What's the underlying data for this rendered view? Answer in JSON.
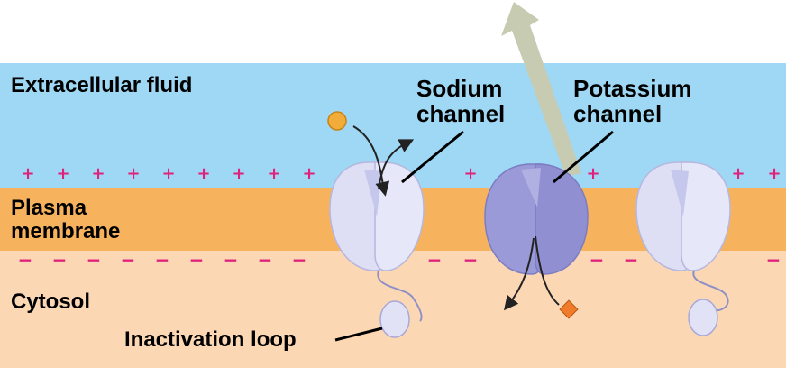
{
  "labels": {
    "extracellular": "Extracellular fluid",
    "plasma_line1": "Plasma",
    "plasma_line2": "membrane",
    "cytosol": "Cytosol",
    "inactivation_loop": "Inactivation loop",
    "sodium_line1": "Sodium",
    "sodium_line2": "channel",
    "potassium_line1": "Potassium",
    "potassium_line2": "channel"
  },
  "charges": {
    "positive_symbol": "+",
    "negative_symbol": "−"
  },
  "colors": {
    "extracellular": "#9fd8f4",
    "membrane": "#f7b25e",
    "cytosol": "#fbd7b4",
    "sodium_channel": "#dedff5",
    "potassium_channel": "#8f8fd2",
    "charge": "#e0207a",
    "sodium_ion": "#f2ac3a",
    "potassium_ion": "#f07c2a",
    "big_arrow": "#c6cbb2"
  }
}
